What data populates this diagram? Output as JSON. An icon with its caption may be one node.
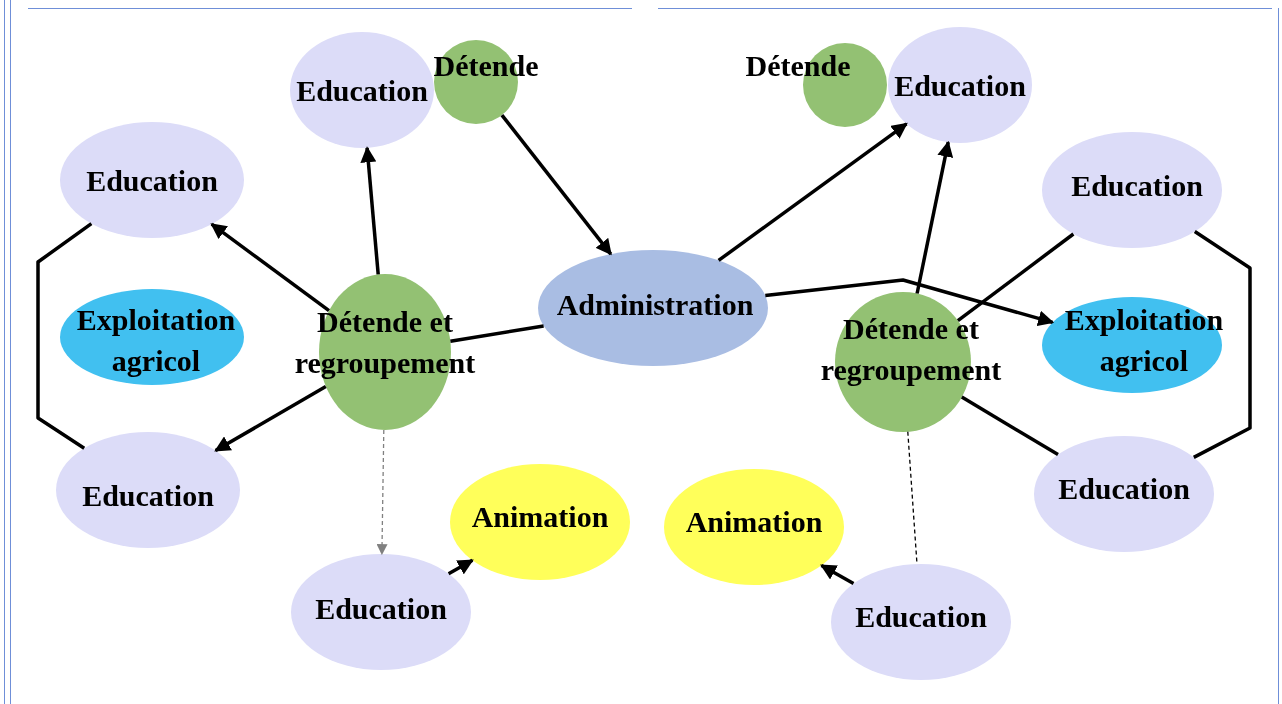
{
  "diagram": {
    "nodes": [
      {
        "text": [
          "Education"
        ]
      },
      {
        "text": [
          "Détende"
        ]
      },
      {
        "text": [
          "Détende"
        ]
      },
      {
        "text": [
          "Education"
        ]
      },
      {
        "text": [
          "Education"
        ]
      },
      {
        "text": [
          "Education"
        ]
      },
      {
        "text": [
          "Exploitation agricol"
        ]
      },
      {
        "text": [
          "Détende et regroupement"
        ]
      },
      {
        "text": [
          "Administration"
        ]
      },
      {
        "text": [
          "Détende et regroupement"
        ]
      },
      {
        "text": [
          "Exploitation agricol"
        ]
      },
      {
        "text": [
          "Education"
        ]
      },
      {
        "text": [
          "Education"
        ]
      },
      {
        "text": [
          "Animation"
        ]
      },
      {
        "text": [
          "Animation"
        ]
      },
      {
        "text": [
          "Education"
        ]
      },
      {
        "text": [
          "Education"
        ]
      }
    ],
    "edges": [
      {
        "from": 7,
        "to": 4,
        "arrow": "to"
      },
      {
        "from": 7,
        "to": 0,
        "arrow": "to"
      },
      {
        "from": 7,
        "to": 11,
        "arrow": "to"
      },
      {
        "from": 7,
        "to": 8,
        "arrow": "none"
      },
      {
        "from": 1,
        "to": 8,
        "arrow": "to"
      },
      {
        "from": 7,
        "to": 15,
        "arrow": "to",
        "style": "dashed",
        "color": "#808080"
      },
      {
        "from": 15,
        "to": 13,
        "arrow": "to"
      },
      {
        "from": 4,
        "to": 11,
        "arrow": "none"
      },
      {
        "from": 8,
        "to": 3,
        "arrow": "to"
      },
      {
        "from": 9,
        "to": 3,
        "arrow": "to"
      },
      {
        "from": 9,
        "to": 5,
        "arrow": "none"
      },
      {
        "from": 8,
        "to": 10,
        "arrow": "to"
      },
      {
        "from": 9,
        "to": 12,
        "arrow": "none"
      },
      {
        "from": 5,
        "to": 12,
        "arrow": "none"
      },
      {
        "from": 16,
        "to": 14,
        "arrow": "to"
      },
      {
        "from": 9,
        "to": 16,
        "arrow": "none",
        "style": "dashed"
      }
    ]
  }
}
